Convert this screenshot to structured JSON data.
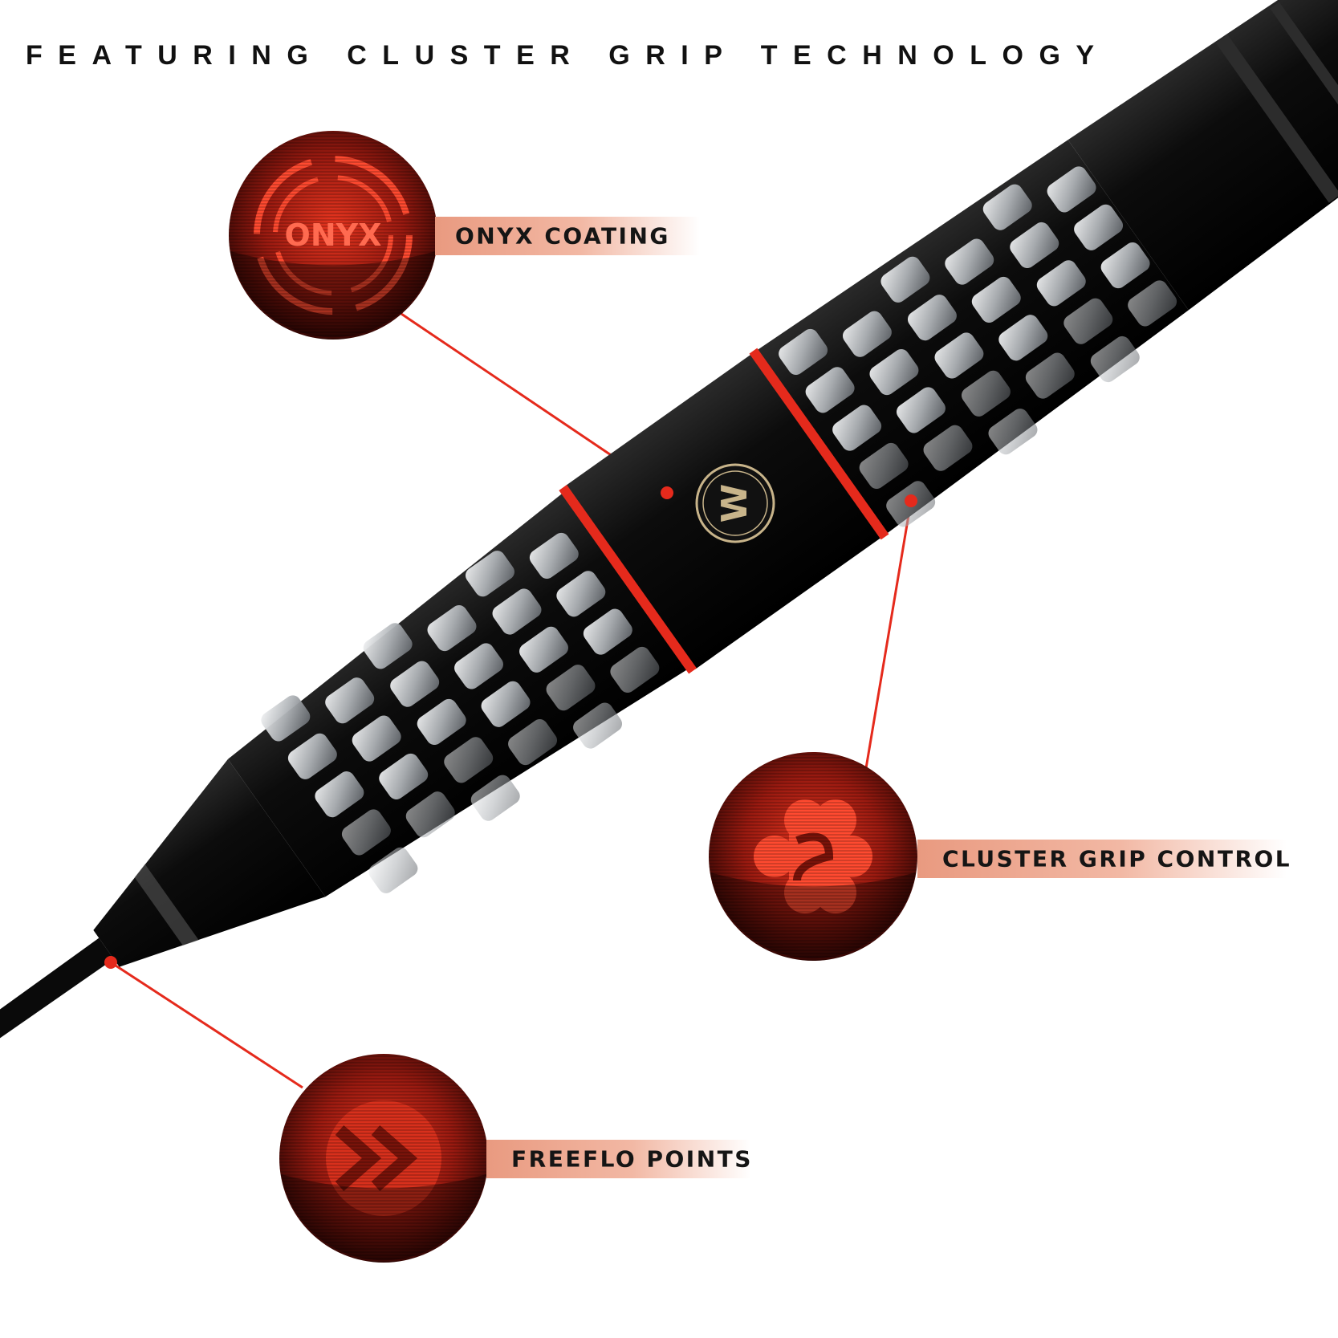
{
  "header": {
    "title": "FEATURING CLUSTER GRIP TECHNOLOGY"
  },
  "colors": {
    "accent": "#e52a1c",
    "dart_body": "#111111",
    "grip_metal": "#c9ccd0",
    "label_band": "#eea58d"
  },
  "logo": {
    "text": "W",
    "icon": "winmau-logo-icon"
  },
  "callouts": [
    {
      "label": "ONYX COATING",
      "icon": "onyx-badge-icon",
      "icon_text": "ONYX"
    },
    {
      "label": "CLUSTER GRIP CONTROL",
      "icon": "cluster-grip-icon"
    },
    {
      "label": "FREEFLO POINTS",
      "icon": "double-chevron-icon"
    }
  ]
}
